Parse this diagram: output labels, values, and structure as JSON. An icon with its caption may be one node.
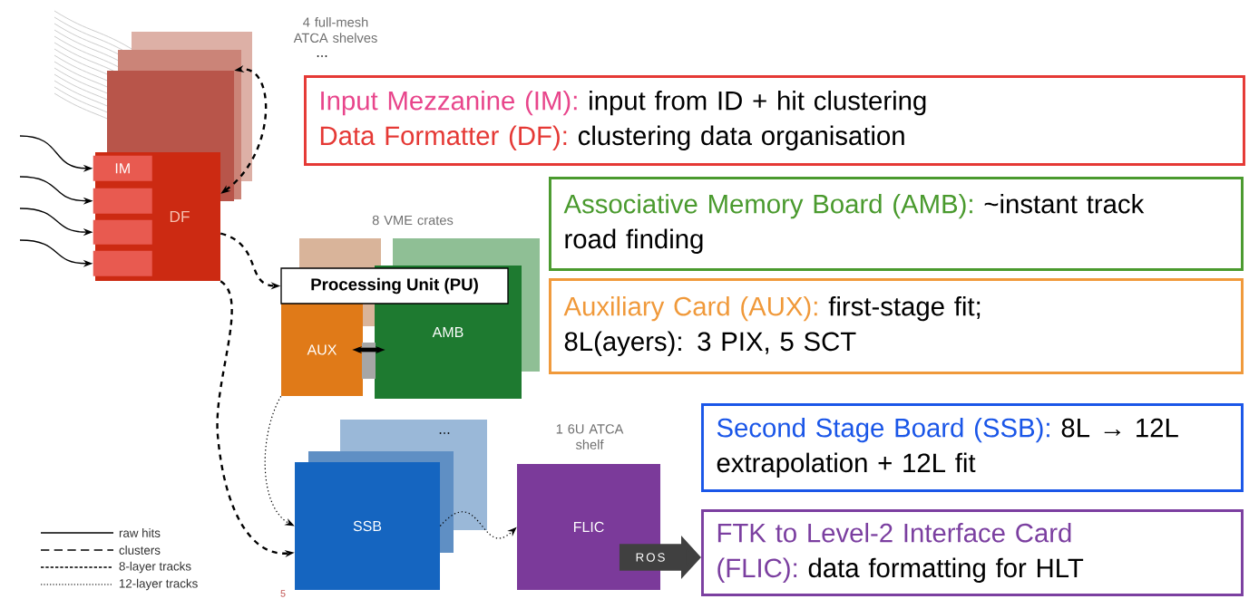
{
  "diagram": {
    "nodes": [
      {
        "text": [
          "Input Mezzanine (IM):",
          "input from ID + hit clustering",
          "Data Formatter (DF):",
          "clustering data organisation"
        ]
      },
      {
        "text": [
          "Associative Memory Board (AMB):",
          "~instant track road finding"
        ]
      },
      {
        "text": [
          "Auxiliary Card (AUX):",
          "first-stage fit; 8L(ayers): 3 PIX, 5 SCT"
        ]
      },
      {
        "text": [
          "Second Stage Board (SSB):",
          "8L → 12L extrapolation + 12L fit"
        ]
      },
      {
        "text": [
          "FTK to Level-2 Interface Card (FLIC):",
          "data formatting for HLT"
        ]
      },
      {
        "text": [
          "DF"
        ]
      },
      {
        "text": [
          "IM"
        ],
        "in": 5
      },
      {
        "text": [],
        "shape": "box",
        "in": 5
      },
      {
        "text": [],
        "shape": "box",
        "in": 5
      },
      {
        "text": [],
        "shape": "box",
        "in": 5
      },
      {
        "text": [],
        "shape": "box"
      },
      {
        "text": [
          "Processing Unit (PU)"
        ]
      },
      {
        "text": [
          "AUX"
        ]
      },
      {
        "text": [
          "AMB"
        ]
      },
      {
        "text": [
          "SSB"
        ]
      },
      {
        "text": [
          "FLIC"
        ],
        "beside": [
          "1 6U ATCA shelf"
        ]
      }
    ],
    "edges": [
      {
        "from": null,
        "to": 6,
        "arrow": "to"
      },
      {
        "from": null,
        "to": 7,
        "arrow": "to"
      },
      {
        "from": null,
        "to": 8,
        "arrow": "to"
      },
      {
        "from": null,
        "to": 9,
        "arrow": "to"
      },
      {
        "from": 5,
        "to": 10,
        "arrow": "both",
        "style": "dashed"
      },
      {
        "from": 5,
        "to": 11,
        "arrow": "to",
        "style": "dashed"
      },
      {
        "from": 5,
        "to": 14,
        "arrow": "to",
        "style": "dashed"
      },
      {
        "from": 12,
        "to": 13,
        "arrow": "both",
        "style": "thick"
      },
      {
        "from": 12,
        "to": 14,
        "arrow": "to",
        "style": "dashed"
      },
      {
        "from": 14,
        "to": 15,
        "arrow": "to",
        "style": "dashed"
      },
      {
        "from": 15,
        "to": 4,
        "arrow": "to",
        "style": "thick",
        "color": "#404040",
        "label": "ROS"
      }
    ],
    "labels": [
      "4 full-mesh ATCA shelves",
      "...",
      "8 VME crates",
      "...",
      "5"
    ],
    "legend": [
      {
        "text": "raw hits"
      },
      {
        "text": "clusters"
      },
      {
        "text": "8-layer tracks"
      },
      {
        "text": "12-layer tracks"
      }
    ]
  }
}
